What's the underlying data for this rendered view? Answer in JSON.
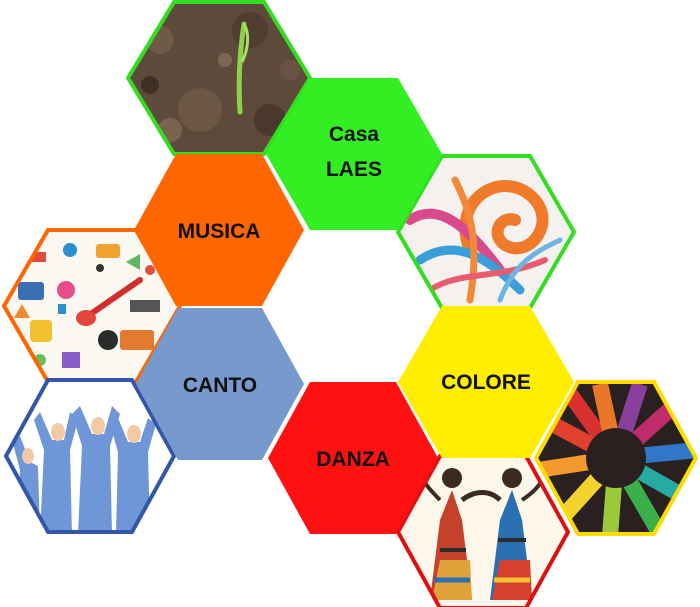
{
  "tiles": {
    "casa": {
      "line1": "Casa",
      "line2": "LAES",
      "color": "#33ee22"
    },
    "musica": {
      "label": "MUSICA",
      "color": "#ff6600"
    },
    "canto": {
      "label": "CANTO",
      "color": "#7799cc"
    },
    "colore": {
      "label": "COLORE",
      "color": "#ffee00"
    },
    "danza": {
      "label": "DANZA",
      "color": "#ff1111"
    }
  },
  "images": {
    "soil_sprout": {
      "border": "#33dd22"
    },
    "paint_swirl": {
      "border": "#33dd22"
    },
    "music_icons": {
      "border": "#ff6600"
    },
    "choir": {
      "border": "#3355aa"
    },
    "colored_pencils": {
      "border": "#ffdd00"
    },
    "dancers": {
      "border": "#dd1111"
    }
  }
}
